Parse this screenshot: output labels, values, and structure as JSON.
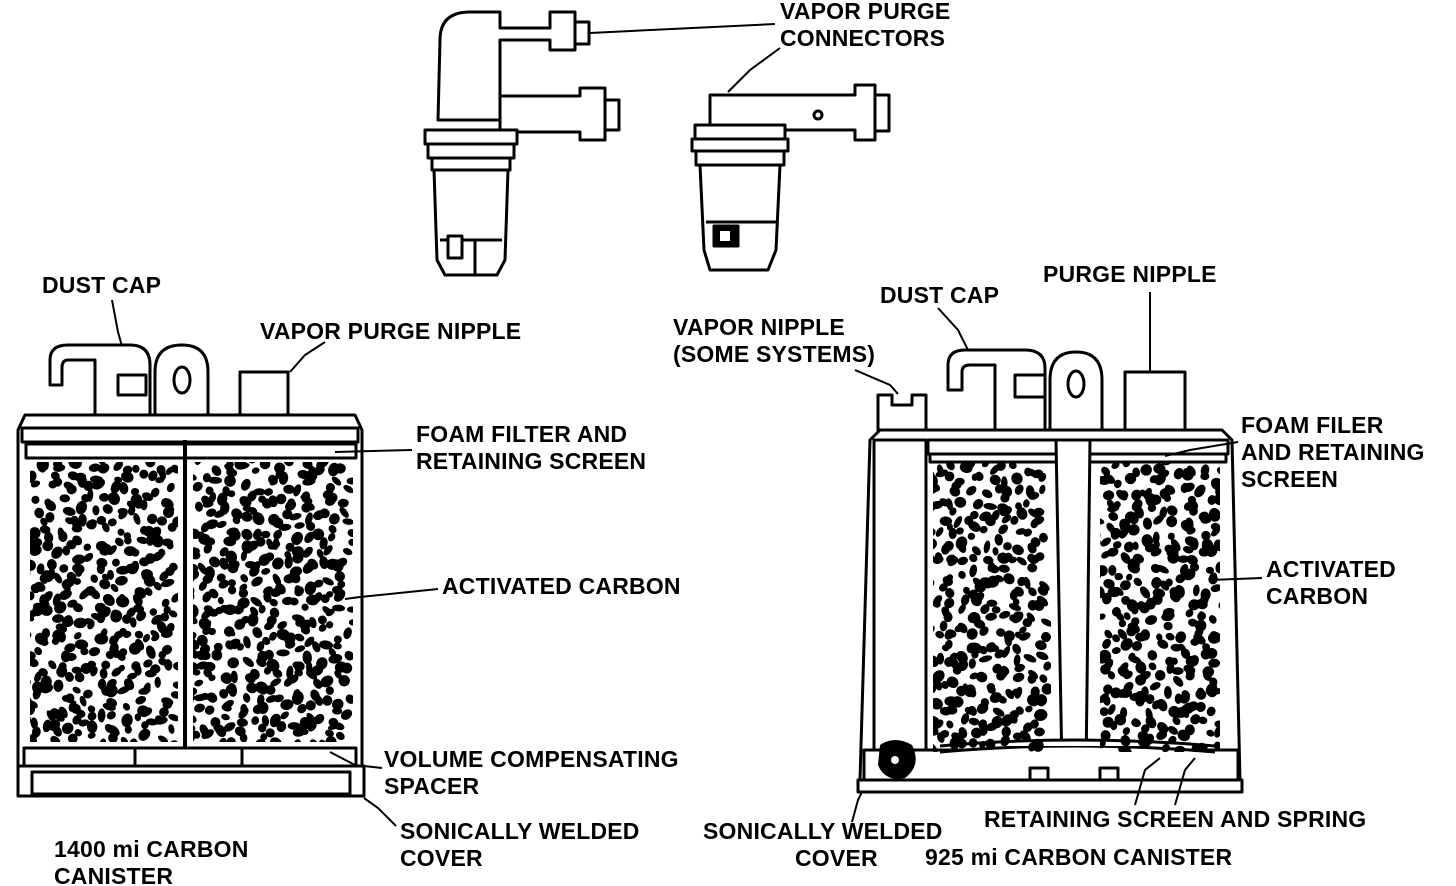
{
  "labels": {
    "vapor_purge_connectors": [
      "VAPOR PURGE",
      "CONNECTORS"
    ],
    "dust_cap_left": "DUST CAP",
    "vapor_purge_nipple": "VAPOR PURGE NIPPLE",
    "foam_filter_left": [
      "FOAM FILTER AND",
      "RETAINING SCREEN"
    ],
    "activated_carbon_left": "ACTIVATED CARBON",
    "volume_spacer": [
      "VOLUME COMPENSATING",
      "SPACER"
    ],
    "welded_cover_left": [
      "SONICALLY WELDED",
      "COVER"
    ],
    "canister_1400": [
      "1400 mi CARBON",
      "CANISTER"
    ],
    "dust_cap_right": "DUST CAP",
    "purge_nipple_right": "PURGE NIPPLE",
    "vapor_nipple": [
      "VAPOR NIPPLE",
      "(SOME SYSTEMS)"
    ],
    "foam_filer_right": [
      "FOAM FILER",
      "AND RETAINING",
      "SCREEN"
    ],
    "activated_carbon_right": [
      "ACTIVATED",
      "CARBON"
    ],
    "retaining_screen_spring": "RETAINING SCREEN AND SPRING",
    "welded_cover_right": [
      "SONICALLY WELDED",
      "COVER"
    ],
    "canister_925": "925 mi CARBON CANISTER"
  },
  "colors": {
    "ink": "#000000",
    "paper": "#ffffff"
  }
}
